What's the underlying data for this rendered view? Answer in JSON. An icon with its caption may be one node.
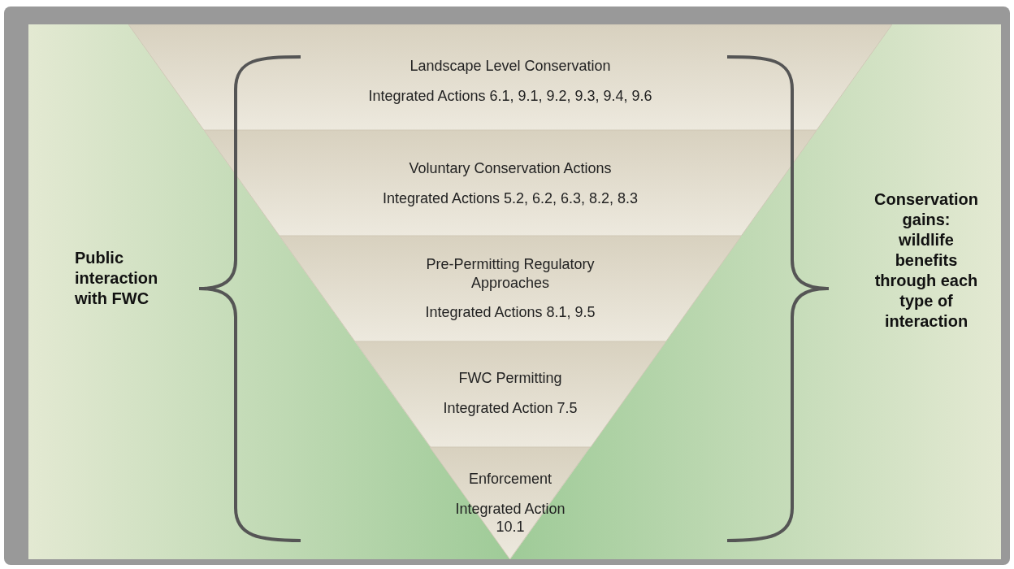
{
  "diagram": {
    "nodes": [
      {
        "text": [
          "Landscape Level Conservation",
          "Integrated Actions 6.1, 9.1, 9.2, 9.3, 9.4, 9.6"
        ]
      },
      {
        "text": [
          "Voluntary Conservation Actions",
          "Integrated Actions 5.2, 6.2, 6.3, 8.2, 8.3"
        ]
      },
      {
        "text": [
          "Pre-Permitting Regulatory Approaches",
          "Integrated Actions 8.1, 9.5"
        ]
      },
      {
        "text": [
          "FWC Permitting",
          "Integrated Action 7.5"
        ]
      },
      {
        "text": [
          "Enforcement",
          "Integrated Action 10.1"
        ]
      }
    ],
    "labels": [
      "Public interaction with FWC",
      "Conservation gains: wildlife benefits through each type of interaction"
    ]
  }
}
